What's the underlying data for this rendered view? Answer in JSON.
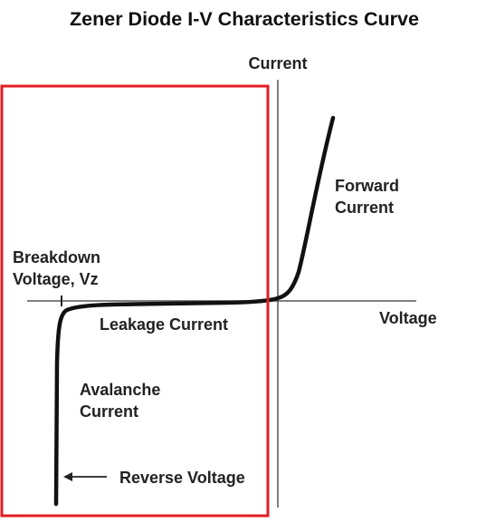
{
  "title": "Zener Diode I-V Characteristics Curve",
  "axes": {
    "y_label": "Current",
    "x_label": "Voltage"
  },
  "annotations": {
    "forward_line1": "Forward",
    "forward_line2": "Current",
    "breakdown_line1": "Breakdown",
    "breakdown_line2": "Voltage, Vz",
    "leakage": "Leakage Current",
    "avalanche_line1": "Avalanche",
    "avalanche_line2": "Current",
    "reverse_voltage": "Reverse Voltage"
  },
  "colors": {
    "highlight_box": "#e31e24",
    "curve": "#111111",
    "axes": "#555555",
    "text": "#222222"
  }
}
